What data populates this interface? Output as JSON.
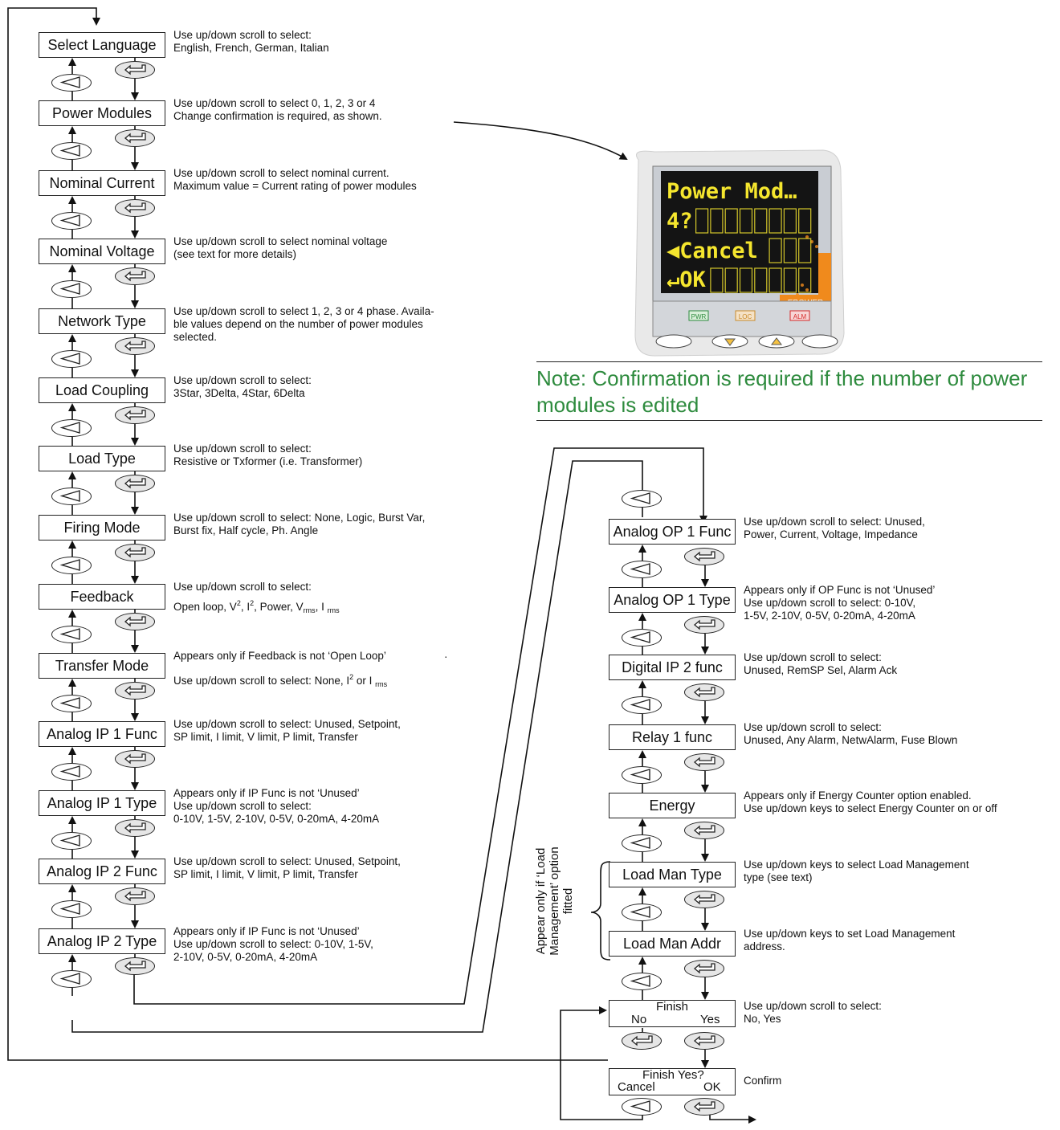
{
  "left_column": [
    {
      "label": "Select Language",
      "desc": [
        "Use up/down scroll to select:",
        "English, French, German, Italian"
      ]
    },
    {
      "label": "Power Modules",
      "desc": [
        "Use up/down scroll to select 0, 1, 2, 3 or 4",
        "Change confirmation is required, as shown."
      ]
    },
    {
      "label": "Nominal Current",
      "desc": [
        "Use up/down scroll to select nominal current.",
        "Maximum value = Current rating of power modules"
      ]
    },
    {
      "label": "Nominal Voltage",
      "desc": [
        "Use up/down scroll to select nominal voltage",
        "(see text for more details)"
      ]
    },
    {
      "label": "Network Type",
      "desc": [
        "Use up/down scroll to select 1, 2, 3 or 4 phase. Availa-",
        "ble values depend on the number of power modules",
        "selected."
      ]
    },
    {
      "label": "Load Coupling",
      "desc": [
        "Use up/down scroll to select:",
        "3Star, 3Delta, 4Star, 6Delta"
      ]
    },
    {
      "label": "Load Type",
      "desc": [
        "Use up/down scroll to select:",
        "Resistive or Txformer (i.e. Transformer)"
      ]
    },
    {
      "label": "Firing Mode",
      "desc": [
        "Use up/down scroll to select: None, Logic, Burst Var,",
        "Burst fix, Half cycle, Ph. Angle"
      ]
    },
    {
      "label": "Feedback",
      "desc": [
        "Use up/down scroll to select:"
      ]
    },
    {
      "label": "Transfer Mode",
      "desc": [
        "Appears only if Feedback is not ‘Open Loop’"
      ]
    },
    {
      "label": "Analog IP 1 Func",
      "desc": [
        "Use up/down scroll to select: Unused, Setpoint,",
        "SP limit, I limit, V limit, P limit, Transfer"
      ]
    },
    {
      "label": "Analog IP 1 Type",
      "desc": [
        "Appears only if IP Func is not ‘Unused’",
        "Use up/down scroll to select:",
        "0-10V, 1-5V, 2-10V, 0-5V, 0-20mA, 4-20mA"
      ]
    },
    {
      "label": "Analog IP 2 Func",
      "desc": [
        "Use up/down scroll to select: Unused, Setpoint,",
        "SP limit, I limit, V limit, P limit, Transfer"
      ]
    },
    {
      "label": "Analog IP 2 Type",
      "desc": [
        "Appears only if IP Func is not ‘Unused’",
        "Use up/down scroll to select: 0-10V, 1-5V,",
        "2-10V, 0-5V, 0-20mA, 4-20mA"
      ]
    }
  ],
  "feedback_options": {
    "open_loop": "Open loop, V",
    "sq": "2",
    "i": ", I",
    "power": ", Power, V",
    "rms": "rms",
    "i_rms": ", I "
  },
  "transfer_options": {
    "prefix": "Use up/down scroll to select: None, I",
    "sq": "2",
    "or": " or I ",
    "rms": "rms",
    "dot": "·"
  },
  "right_column": [
    {
      "label": "Analog OP 1 Func",
      "desc": [
        "Use up/down scroll to select: Unused,",
        "Power, Current, Voltage, Impedance"
      ]
    },
    {
      "label": "Analog OP 1 Type",
      "desc": [
        "Appears only if OP Func is not ‘Unused’",
        "Use up/down scroll to select: 0-10V,",
        "1-5V, 2-10V, 0-5V, 0-20mA, 4-20mA"
      ]
    },
    {
      "label": "Digital IP 2 func",
      "desc": [
        "Use up/down scroll to select:",
        "Unused, RemSP Sel, Alarm Ack"
      ]
    },
    {
      "label": "Relay 1 func",
      "desc": [
        "Use up/down scroll to select:",
        "Unused, Any Alarm, NetwAlarm, Fuse Blown"
      ]
    },
    {
      "label": "Energy",
      "desc": [
        "Appears only if Energy Counter option enabled.",
        "Use up/down keys to select Energy Counter on or off"
      ]
    },
    {
      "label": "Load Man Type",
      "desc": [
        "Use up/down keys to select Load Management",
        "type (see text)"
      ]
    },
    {
      "label": "Load Man Addr",
      "desc": [
        "Use up/down keys to set Load Management",
        "address."
      ]
    }
  ],
  "finish": {
    "title": "Finish",
    "no": "No",
    "yes": "Yes",
    "desc": [
      "Use up/down scroll to select:",
      "No, Yes"
    ]
  },
  "confirm": {
    "title": "Finish Yes?",
    "cancel": "Cancel",
    "ok": "OK",
    "desc": "Confirm"
  },
  "side_note": [
    "Appear only if ‘Load",
    "Management’ option",
    "fitted"
  ],
  "note": "Note: Confirmation is required if the number of power modules is edited",
  "display": {
    "lines": [
      "Power Mod…",
      "4?",
      "◀Cancel",
      "↵OK"
    ],
    "brand": "EPOWER",
    "leds": [
      "PWR",
      "LOC",
      "ALM"
    ],
    "colors": {
      "screen": "#141414",
      "text": "#f5e62e",
      "orange": "#f08a1c",
      "pwr": "#2e8b3e",
      "loc": "#c98a2a",
      "alm": "#d62a2a"
    }
  }
}
